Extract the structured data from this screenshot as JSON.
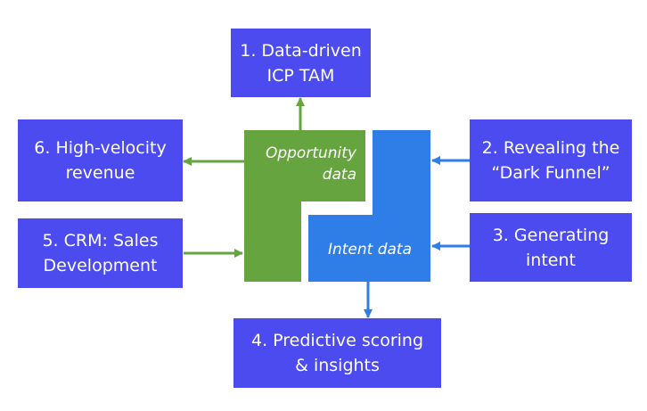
{
  "colors": {
    "box": "#4b4bf0",
    "opportunity": "#65a43f",
    "intent": "#2f7ee8",
    "background": "#ffffff",
    "text": "#ffffff"
  },
  "boxes": {
    "b1": "1. Data-driven\nICP TAM",
    "b2": "2. Revealing the\n“Dark Funnel”",
    "b3": "3. Generating\nintent",
    "b4": "4. Predictive scoring\n& insights",
    "b5": "5. CRM: Sales\nDevelopment",
    "b6": "6. High-velocity\nrevenue"
  },
  "shapes": {
    "opportunity_label": "Opportunity\ndata",
    "intent_label": "Intent data"
  }
}
